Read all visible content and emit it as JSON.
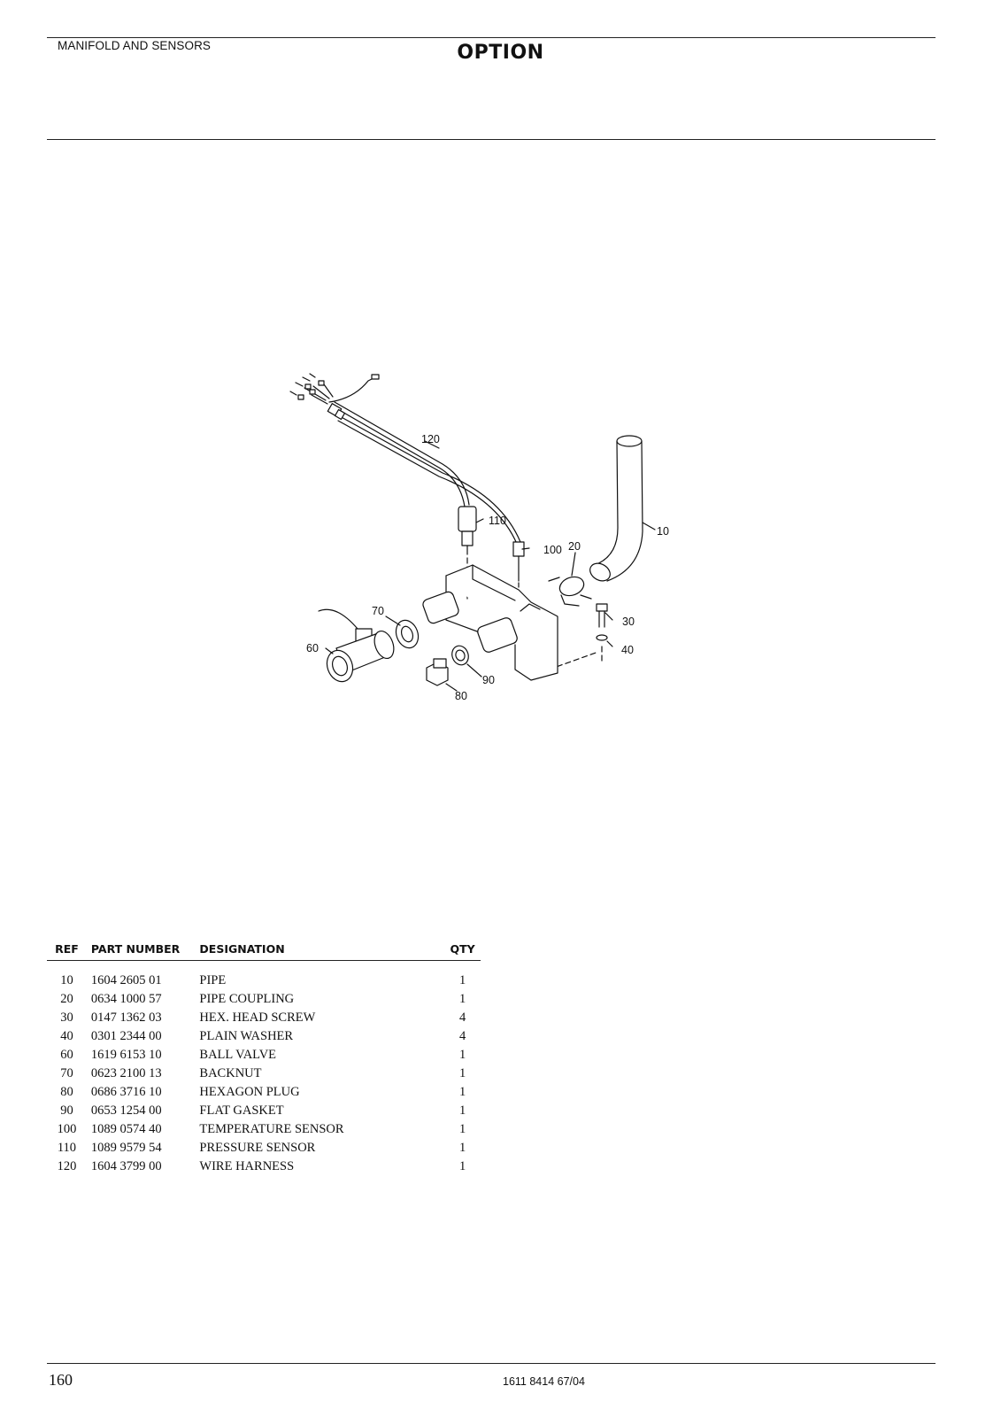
{
  "header": {
    "section": "MANIFOLD AND SENSORS",
    "title": "OPTION"
  },
  "figure": {
    "callouts": {
      "c10": "10",
      "c20": "20",
      "c30": "30",
      "c40": "40",
      "c60": "60",
      "c70": "70",
      "c80": "80",
      "c90": "90",
      "c100": "100",
      "c110": "110",
      "c120": "120"
    }
  },
  "table": {
    "headers": {
      "ref": "REF",
      "part": "PART NUMBER",
      "desc": "DESIGNATION",
      "qty": "QTY"
    },
    "rows": [
      {
        "ref": "10",
        "part": "1604 2605 01",
        "desc": "PIPE",
        "qty": "1"
      },
      {
        "ref": "20",
        "part": "0634 1000 57",
        "desc": "PIPE COUPLING",
        "qty": "1"
      },
      {
        "ref": "30",
        "part": "0147 1362 03",
        "desc": "HEX. HEAD SCREW",
        "qty": "4"
      },
      {
        "ref": "40",
        "part": "0301 2344 00",
        "desc": "PLAIN WASHER",
        "qty": "4"
      },
      {
        "ref": "60",
        "part": "1619 6153 10",
        "desc": "BALL VALVE",
        "qty": "1"
      },
      {
        "ref": "70",
        "part": "0623 2100 13",
        "desc": "BACKNUT",
        "qty": "1"
      },
      {
        "ref": "80",
        "part": "0686 3716 10",
        "desc": "HEXAGON PLUG",
        "qty": "1"
      },
      {
        "ref": "90",
        "part": "0653 1254 00",
        "desc": "FLAT GASKET",
        "qty": "1"
      },
      {
        "ref": "100",
        "part": "1089 0574 40",
        "desc": "TEMPERATURE SENSOR",
        "qty": "1"
      },
      {
        "ref": "110",
        "part": "1089 9579 54",
        "desc": "PRESSURE SENSOR",
        "qty": "1"
      },
      {
        "ref": "120",
        "part": "1604 3799 00",
        "desc": "WIRE HARNESS",
        "qty": "1"
      }
    ]
  },
  "footer": {
    "page_number": "160",
    "doc_number": "1611 8414 67/04"
  }
}
